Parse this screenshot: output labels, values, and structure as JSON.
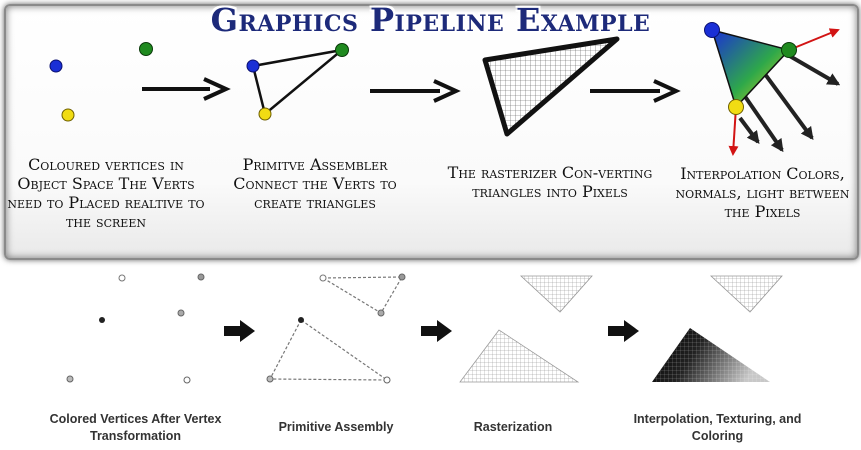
{
  "title": "Graphics Pipeline Example",
  "top_stages": [
    {
      "caption": "Coloured  vertices in Object Space The Verts need to Placed realtive to the screen"
    },
    {
      "caption": "Primitve Assembler Connect the Verts to create triangles"
    },
    {
      "caption": "The rasterizer Con-verting triangles into Pixels"
    },
    {
      "caption": "Interpolation Colors, normals, light between the Pixels"
    }
  ],
  "bottom_stages": [
    {
      "caption": "Colored Vertices After Vertex Transformation"
    },
    {
      "caption": "Primitive Assembly"
    },
    {
      "caption": "Rasterization"
    },
    {
      "caption": "Interpolation, Texturing, and Coloring"
    }
  ],
  "colors": {
    "title": "#1d2a7a",
    "vertex_blue": "#1a2fd6",
    "vertex_green": "#1f8a1f",
    "vertex_yellow": "#f1dc13",
    "normal_red": "#d21414",
    "outline": "#000000"
  }
}
